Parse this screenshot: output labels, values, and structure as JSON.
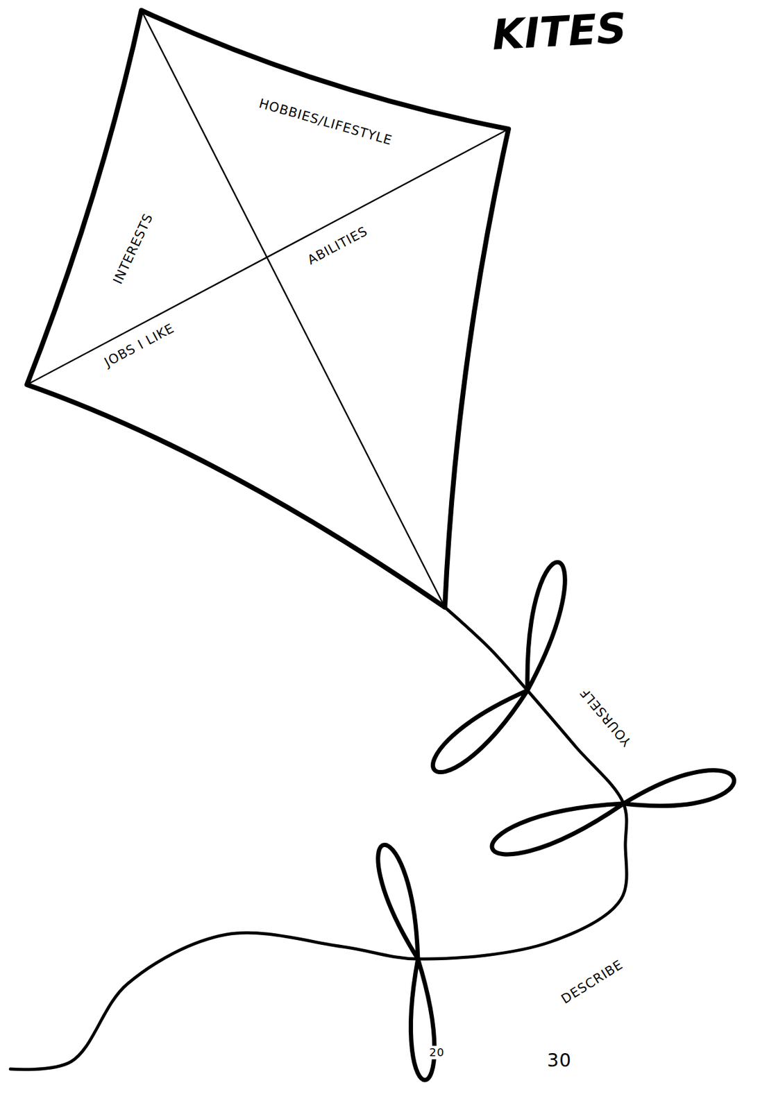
{
  "diagram": {
    "title": "KITES",
    "labels": [
      "HOBBIES/LIFESTYLE",
      "INTERESTS",
      "ABILITIES",
      "JOBS I LIKE",
      "YOURSELF",
      "DESCRIBE",
      "20",
      "30"
    ]
  }
}
